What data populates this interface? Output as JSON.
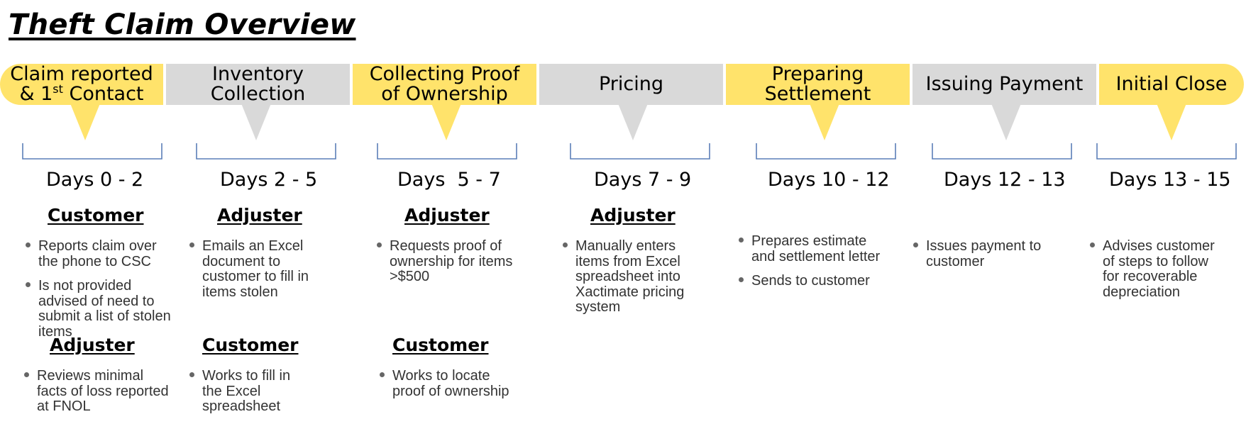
{
  "title": "Theft Claim Overview",
  "colors": {
    "highlight": "#ffe36b",
    "neutral": "#d9d9d9",
    "bracket": "#5b7fb8"
  },
  "stages": [
    {
      "label": "Claim reported & 1st Contact",
      "label_line1": "Claim reported",
      "label_line2_pre": "& 1",
      "label_line2_sup": "st",
      "label_line2_post": " Contact",
      "days": "Days 0 - 2",
      "groups": [
        {
          "role": "Customer",
          "bullets": [
            "Reports claim over the phone to CSC",
            "Is not provided advised of need to submit a list of stolen items"
          ]
        },
        {
          "role": "Adjuster",
          "bullets": [
            "Reviews minimal facts of loss reported at FNOL"
          ]
        }
      ]
    },
    {
      "label": "Inventory\nCollection",
      "days": "Days 2 - 5",
      "groups": [
        {
          "role": "Adjuster",
          "bullets": [
            "Emails an Excel document to customer to fill in items stolen"
          ]
        },
        {
          "role": "Customer",
          "bullets": [
            "Works to fill in the Excel spreadsheet"
          ]
        }
      ]
    },
    {
      "label": "Collecting Proof\nof Ownership",
      "days": "Days  5 - 7",
      "groups": [
        {
          "role": "Adjuster",
          "bullets": [
            "Requests proof of ownership for items >$500"
          ]
        },
        {
          "role": "Customer",
          "bullets": [
            "Works to locate proof of ownership"
          ]
        }
      ]
    },
    {
      "label": "Pricing",
      "days": "Days 7 - 9",
      "groups": [
        {
          "role": "Adjuster",
          "bullets": [
            "Manually enters items from Excel spreadsheet into Xactimate pricing system"
          ]
        }
      ]
    },
    {
      "label": "Preparing\nSettlement",
      "days": "Days 10 - 12",
      "groups": [
        {
          "role": "",
          "bullets": [
            "Prepares estimate and settlement letter",
            "Sends to customer"
          ]
        }
      ]
    },
    {
      "label": "Issuing Payment",
      "days": "Days 12 - 13",
      "groups": [
        {
          "role": "",
          "bullets": [
            "Issues payment to customer"
          ]
        }
      ]
    },
    {
      "label": "Initial Close",
      "days": "Days 13 - 15",
      "groups": [
        {
          "role": "",
          "bullets": [
            "Advises customer of steps to follow for recoverable depreciation"
          ]
        }
      ]
    }
  ]
}
